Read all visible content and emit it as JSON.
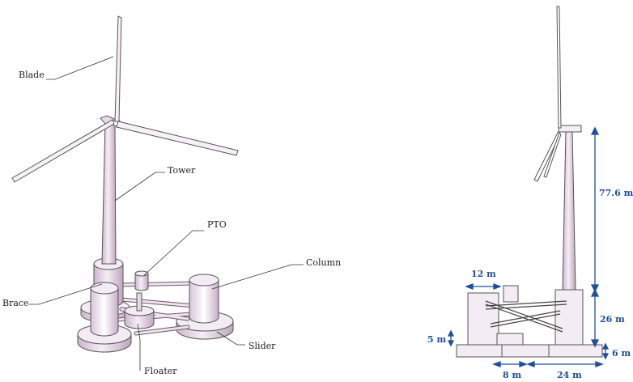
{
  "labels": {
    "blade": "Blade",
    "tower": "Tower",
    "pto": "PTO",
    "column": "Column",
    "brace": "Brace",
    "slider": "Slider",
    "floater": "Floater"
  },
  "dimensions": {
    "tower_height": "77.6 m",
    "column_width": "12 m",
    "column_height": "26 m",
    "floater_height": "5 m",
    "base_height": "6 m",
    "floater_spacing": "8 m",
    "base_width": "24 m"
  },
  "colors": {
    "structure": "#f1e6f1",
    "structure_shade": "#cdb4cd",
    "outline": "#555555",
    "dimension": "#1f4e9a"
  }
}
